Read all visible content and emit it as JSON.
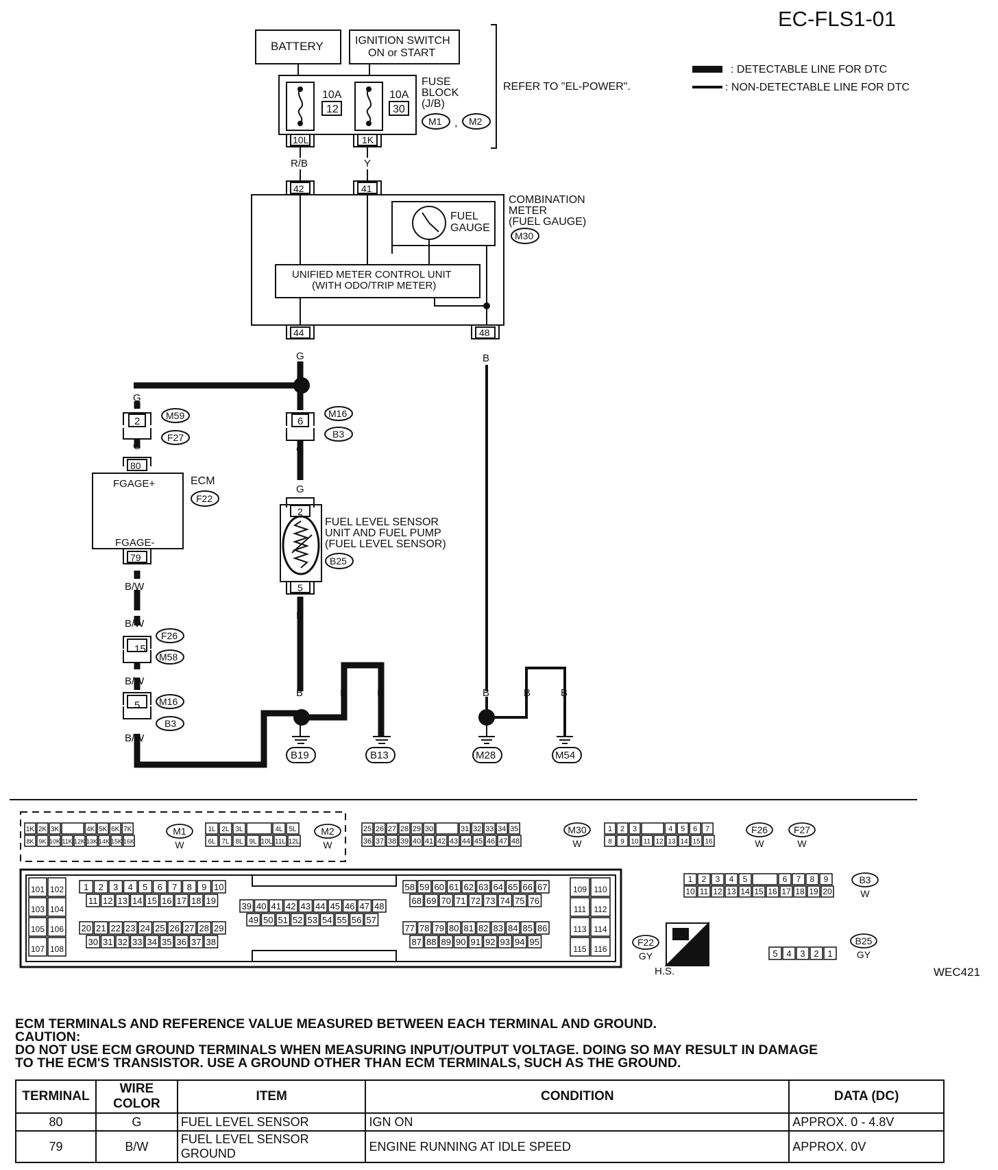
{
  "page_code": "EC-FLS1-01",
  "figure_id": "WEC421",
  "legend": {
    "detectable": ": DETECTABLE LINE FOR DTC",
    "non_detectable": ": NON-DETECTABLE LINE FOR DTC"
  },
  "power": {
    "battery": "BATTERY",
    "ignition_line1": "IGNITION SWITCH",
    "ignition_line2": "ON or START",
    "fuse_block_l1": "FUSE",
    "fuse_block_l2": "BLOCK",
    "fuse_block_l3": "(J/B)",
    "fuse1_amp": "10A",
    "fuse1_no": "12",
    "fuse1_term": "10L",
    "fuse2_amp": "10A",
    "fuse2_no": "30",
    "fuse2_term": "1K",
    "conn_m1": "M1",
    "comma": ",",
    "conn_m2": "M2",
    "refer": "REFER TO \"EL-POWER\"."
  },
  "meter": {
    "name_l1": "COMBINATION",
    "name_l2": "METER",
    "name_l3": "(FUEL GAUGE)",
    "conn": "M30",
    "gauge_l1": "FUEL",
    "gauge_l2": "GAUGE",
    "unit_l1": "UNIFIED METER CONTROL UNIT",
    "unit_l2": "(WITH ODO/TRIP METER)",
    "term_42": "42",
    "term_41": "41",
    "term_44": "44",
    "term_48": "48"
  },
  "wires": {
    "rb": "R/B",
    "y": "Y",
    "g": "G",
    "b": "B",
    "bw": "B/W"
  },
  "ecm": {
    "name": "ECM",
    "conn": "F22",
    "pin_plus": "FGAGE+",
    "pin_minus": "FGAGE-",
    "term_80": "80",
    "term_79": "79"
  },
  "sensor": {
    "name_l1": "FUEL LEVEL SENSOR",
    "name_l2": "UNIT AND FUEL PUMP",
    "name_l3": "(FUEL LEVEL SENSOR)",
    "conn": "B25",
    "term_2": "2",
    "term_5": "5"
  },
  "joints": {
    "j1_pin": "2",
    "j1_top": "M59",
    "j1_bot": "F27",
    "j2_pin": "6",
    "j2_top": "M16",
    "j2_bot": "B3",
    "j3_pin": "15",
    "j3_top": "F26",
    "j3_bot": "M58",
    "j4_pin": "5",
    "j4_top": "M16",
    "j4_bot": "B3"
  },
  "grounds": [
    "B19",
    "B13",
    "M28",
    "M54"
  ],
  "connectors": {
    "m1_row1": [
      "1K",
      "2K",
      "3K",
      "",
      "4K",
      "5K",
      "6K",
      "7K"
    ],
    "m1_row2": [
      "8K",
      "9K",
      "10K",
      "11K",
      "12K",
      "13K",
      "14K",
      "15K",
      "16K"
    ],
    "m1_name": "M1",
    "m1_color": "W",
    "m2_row1": [
      "1L",
      "2L",
      "3L",
      "",
      "4L",
      "5L"
    ],
    "m2_row2": [
      "6L",
      "7L",
      "8L",
      "9L",
      "10L",
      "11L",
      "12L"
    ],
    "m2_name": "M2",
    "m2_color": "W",
    "m30_row1": [
      "25",
      "26",
      "27",
      "28",
      "29",
      "30",
      "",
      "31",
      "32",
      "33",
      "34",
      "35"
    ],
    "m30_row2": [
      "36",
      "37",
      "38",
      "39",
      "40",
      "41",
      "42",
      "43",
      "44",
      "45",
      "46",
      "47",
      "48"
    ],
    "m30_name": "M30",
    "m30_color": "W",
    "f26_row1": [
      "1",
      "2",
      "3",
      "",
      "4",
      "5",
      "6",
      "7"
    ],
    "f26_row2": [
      "8",
      "9",
      "10",
      "11",
      "12",
      "13",
      "14",
      "15",
      "16"
    ],
    "f26_name": "F26",
    "f26_color": "W",
    "f27_name": "F27",
    "f27_color": "W",
    "b3_row1": [
      "1",
      "2",
      "3",
      "4",
      "5",
      "",
      "6",
      "7",
      "8",
      "9"
    ],
    "b3_row2": [
      "10",
      "11",
      "12",
      "13",
      "14",
      "15",
      "16",
      "17",
      "18",
      "19",
      "20"
    ],
    "b3_name": "B3",
    "b3_color": "W",
    "b25_pins": [
      "5",
      "4",
      "3",
      "2",
      "1"
    ],
    "b25_name": "B25",
    "b25_color": "GY",
    "f22_name": "F22",
    "f22_color": "GY",
    "hs_label": "H.S.",
    "ecm_a": [
      "101",
      "102",
      "103",
      "104",
      "105",
      "106",
      "107",
      "108"
    ],
    "ecm_b1": [
      "1",
      "2",
      "3",
      "4",
      "5",
      "6",
      "7",
      "8",
      "9",
      "10"
    ],
    "ecm_b2": [
      "11",
      "12",
      "13",
      "14",
      "15",
      "16",
      "17",
      "18",
      "19"
    ],
    "ecm_b3": [
      "20",
      "21",
      "22",
      "23",
      "24",
      "25",
      "26",
      "27",
      "28",
      "29"
    ],
    "ecm_b4": [
      "30",
      "31",
      "32",
      "33",
      "34",
      "35",
      "36",
      "37",
      "38"
    ],
    "ecm_c1": [
      "39",
      "40",
      "41",
      "42",
      "43",
      "44",
      "45",
      "46",
      "47",
      "48"
    ],
    "ecm_c2": [
      "49",
      "50",
      "51",
      "52",
      "53",
      "54",
      "55",
      "56",
      "57"
    ],
    "ecm_d1": [
      "58",
      "59",
      "60",
      "61",
      "62",
      "63",
      "64",
      "65",
      "66",
      "67"
    ],
    "ecm_d2": [
      "68",
      "69",
      "70",
      "71",
      "72",
      "73",
      "74",
      "75",
      "76"
    ],
    "ecm_d3": [
      "77",
      "78",
      "79",
      "80",
      "81",
      "82",
      "83",
      "84",
      "85",
      "86"
    ],
    "ecm_d4": [
      "87",
      "88",
      "89",
      "90",
      "91",
      "92",
      "93",
      "94",
      "95"
    ],
    "ecm_e": [
      "109",
      "110",
      "111",
      "112",
      "113",
      "114",
      "115",
      "116"
    ]
  },
  "notes": {
    "line1": "ECM TERMINALS AND REFERENCE VALUE MEASURED BETWEEN EACH TERMINAL AND GROUND.",
    "line2": "CAUTION:",
    "line3": "DO NOT USE ECM GROUND TERMINALS WHEN MEASURING INPUT/OUTPUT VOLTAGE. DOING SO MAY RESULT IN DAMAGE",
    "line4": "TO THE ECM'S TRANSISTOR. USE A GROUND OTHER THAN ECM TERMINALS, SUCH AS THE GROUND."
  },
  "table": {
    "headers": [
      "TERMINAL",
      "WIRE COLOR",
      "ITEM",
      "CONDITION",
      "DATA (DC)"
    ],
    "rows": [
      {
        "terminal": "80",
        "wire": "G",
        "item": "FUEL LEVEL SENSOR",
        "condition": "IGN ON",
        "data": "APPROX. 0 - 4.8V"
      },
      {
        "terminal": "79",
        "wire": "B/W",
        "item": "FUEL LEVEL SENSOR GROUND",
        "condition": "ENGINE RUNNING AT IDLE SPEED",
        "data": "APPROX. 0V"
      }
    ]
  }
}
